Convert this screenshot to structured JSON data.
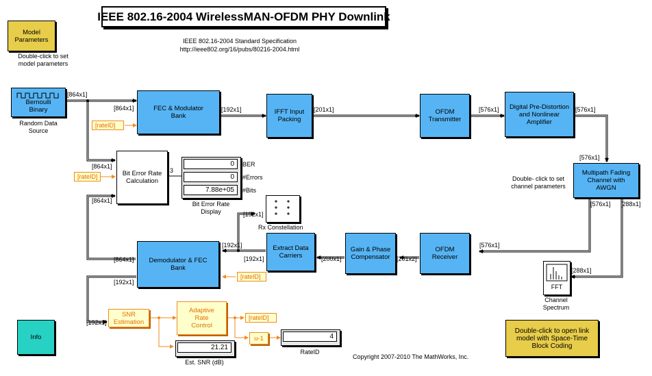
{
  "title": "IEEE 802.16-2004 WirelessMAN-OFDM PHY Downlink",
  "spec": {
    "line1": "IEEE 802.16-2004 Standard Specification",
    "line2": "http://ieee802.org/16/pubs/80216-2004.html"
  },
  "model_params": {
    "label": "Model Parameters",
    "hint": "Double-click to set model parameters"
  },
  "bernoulli": {
    "label": "Bernoulli Binary",
    "caption": "Random Data Source"
  },
  "fec_mod": {
    "label": "FEC & Modulator Bank"
  },
  "ifft": {
    "label": "IFFT Input Packing"
  },
  "ofdm_tx": {
    "label": "OFDM Transmitter"
  },
  "dpd": {
    "label": "Digital Pre-Distortion and Nonlinear Amplifier"
  },
  "channel": {
    "label": "Multipath Fading Channel with AWGN",
    "hint": "Double- click to set channel parameters"
  },
  "ber_calc": {
    "label": "Bit Error Rate Calculation",
    "out_width": "3"
  },
  "ber_display": {
    "values": [
      "0",
      "0",
      "7.88e+05"
    ],
    "row_labels": [
      "BER",
      "#Errors",
      "#Bits"
    ],
    "caption": "Bit Error Rate Display"
  },
  "rx_const": {
    "caption": "Rx Constellation"
  },
  "ofdm_rx": {
    "label": "OFDM Receiver"
  },
  "gain_phase": {
    "label": "Gain & Phase Compensator"
  },
  "extract": {
    "label": "Extract Data Carriers"
  },
  "demod": {
    "label": "Demodulator & FEC Bank"
  },
  "snr_est": {
    "label": "SNR Estimation"
  },
  "adaptive": {
    "label": "Adaptive Rate Control"
  },
  "est_snr": {
    "value": "21.21",
    "caption": "Est. SNR (dB)"
  },
  "rateid_display": {
    "value": "4",
    "caption": "RateID"
  },
  "unit_delay": {
    "label": "u-1"
  },
  "spectrum": {
    "label": "FFT",
    "caption": "Channel Spectrum"
  },
  "info": {
    "label": "Info"
  },
  "stbc": {
    "label": "Double-click to open link model with Space-Time Block Coding"
  },
  "copyright": "Copyright 2007-2010 The MathWorks, Inc.",
  "tag_label": "[rateID]",
  "signals": {
    "s864": "[864x1]",
    "s192": "[192x1]",
    "s201": "[201x1]",
    "s576": "[576x1]",
    "s288": "[288x1]",
    "s201x2": "[201x2]",
    "s200": "[200x1]"
  },
  "colors": {
    "block_blue": "#56b4f4",
    "gold": "#e7cd4a",
    "teal": "#27d1c4",
    "orange_line": "#f08a20",
    "tag_fill": "#ffffcc"
  }
}
